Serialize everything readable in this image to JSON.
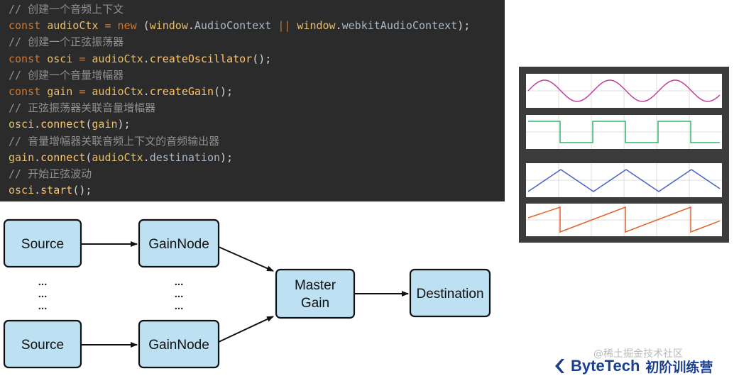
{
  "code": {
    "lines": [
      "// 创建一个音频上下文",
      "const audioCtx = new (window.AudioContext || window.webkitAudioContext);",
      "// 创建一个正弦振荡器",
      "const osci = audioCtx.createOscillator();",
      "// 创建一个音量增幅器",
      "const gain = audioCtx.createGain();",
      "// 正弦振荡器关联音量增幅器",
      "osci.connect(gain);",
      "// 音量增幅器关联音频上下文的音频输出器",
      "gain.connect(audioCtx.destination);",
      "// 开始正弦波动",
      "osci.start();"
    ]
  },
  "diagram": {
    "source_top": "Source",
    "source_bottom": "Source",
    "gain_top": "GainNode",
    "gain_bottom": "GainNode",
    "master_line1": "Master",
    "master_line2": "Gain",
    "destination": "Destination",
    "ellipsis": "..."
  },
  "waveforms": {
    "types": [
      "sine",
      "square",
      "triangle",
      "sawtooth"
    ],
    "colors": {
      "sine": "#c2409a",
      "square": "#2eb86a",
      "triangle": "#4a63c8",
      "sawtooth": "#e2622a"
    }
  },
  "colors": {
    "node_fill": "#bde0f2",
    "node_stroke": "#111111",
    "code_bg": "#2b2b2b"
  },
  "watermark": "@稀土掘金技术社区",
  "brand": {
    "name": "ByteTech",
    "subtitle": "初阶训练营"
  }
}
